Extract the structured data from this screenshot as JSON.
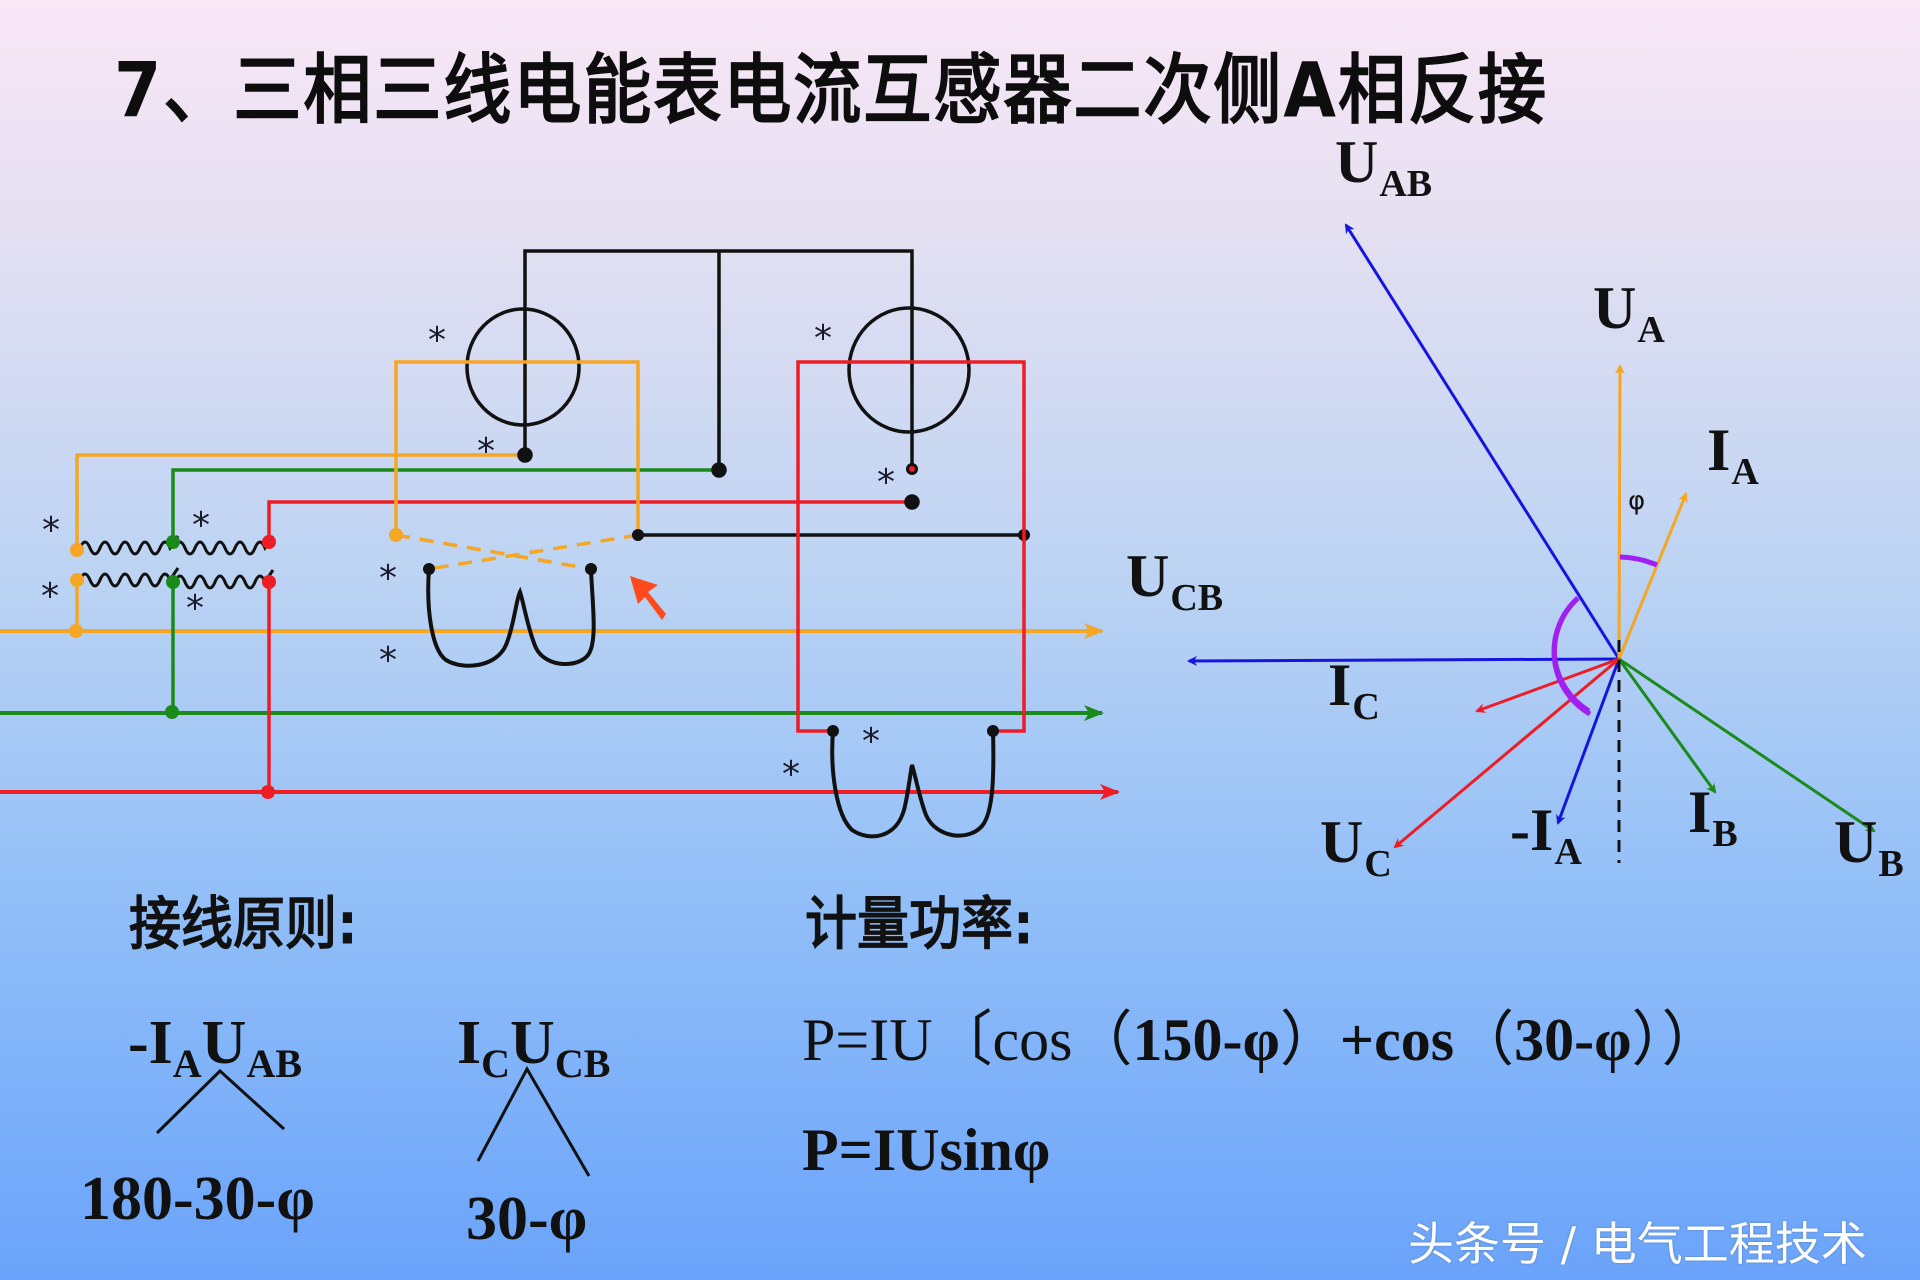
{
  "title": "7、三相三线电能表电流互感器二次侧A相反接",
  "colors": {
    "phase_a": "#f5a623",
    "phase_b": "#1a8a1a",
    "phase_c": "#ee1c24",
    "line_voltage": "#1515e0",
    "angle_arc": "#a020f0",
    "marker_arrow": "#ff4a1c",
    "background_top": "#f9e7f6",
    "background_bottom": "#6aa3fa"
  },
  "circuit": {
    "polarity_mark": "*",
    "elements": [
      "voltage-transformer",
      "meter-element-1",
      "meter-element-2",
      "current-coil-1",
      "current-coil-2",
      "reversed-connection-arrow"
    ]
  },
  "phasor_diagram": {
    "labels": {
      "uab": {
        "main": "U",
        "sub": "AB"
      },
      "ua": {
        "main": "U",
        "sub": "A"
      },
      "ia": {
        "main": "I",
        "sub": "A"
      },
      "ucb": {
        "main": "U",
        "sub": "CB"
      },
      "ic": {
        "main": "I",
        "sub": "C"
      },
      "uc": {
        "main": "U",
        "sub": "C"
      },
      "neg_ia": {
        "main": "-I",
        "sub": "A"
      },
      "ib": {
        "main": "I",
        "sub": "B"
      },
      "ub": {
        "main": "U",
        "sub": "B"
      },
      "phi": "φ"
    }
  },
  "principle": {
    "heading": "接线原则:",
    "element1": {
      "i": "-I",
      "i_sub": "A",
      "u": "U",
      "u_sub": "AB",
      "angle": "180-30-φ"
    },
    "element2": {
      "i": "I",
      "i_sub": "C",
      "u": "U",
      "u_sub": "CB",
      "angle": "30-φ"
    }
  },
  "power": {
    "heading": "计量功率:",
    "formula1_prefix": "P=IU〔cos（",
    "formula1_arg1": "150-φ",
    "formula1_mid": "）",
    "formula1_plus": "+cos",
    "formula1_open2": "（",
    "formula1_arg2": "30-φ",
    "formula1_close": "））",
    "formula2": "P=IUsinφ"
  },
  "watermark": "头条号 / 电气工程技术"
}
